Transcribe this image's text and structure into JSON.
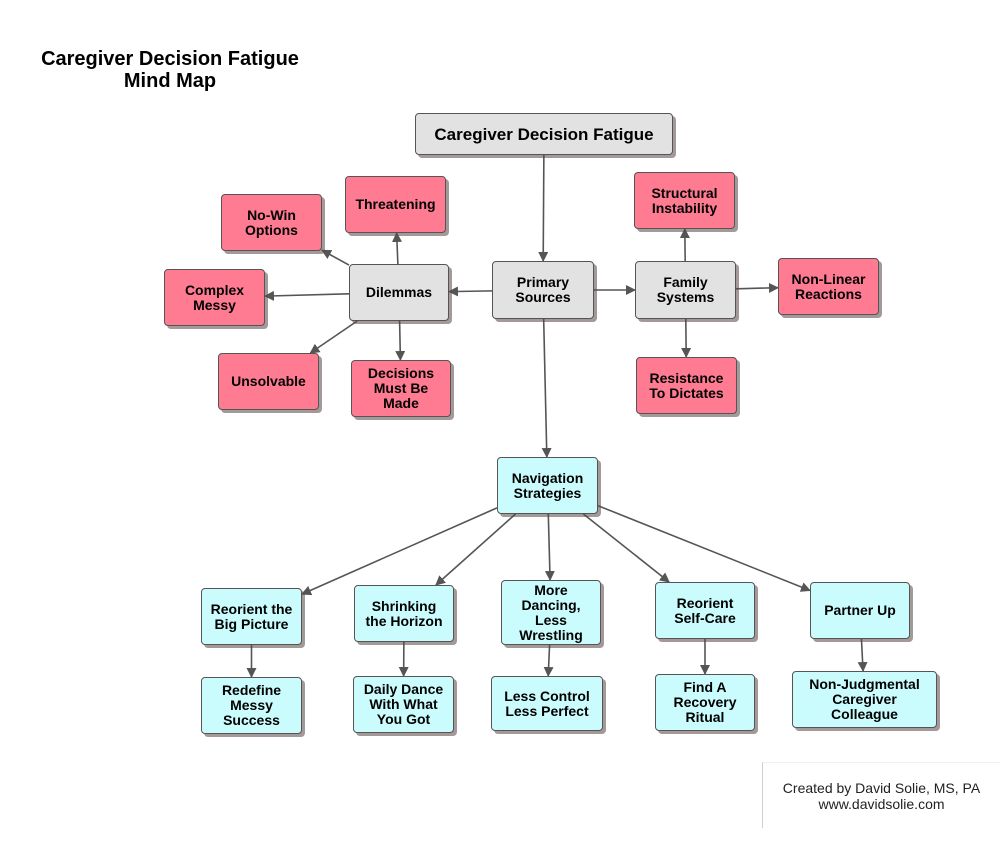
{
  "title": {
    "line1": "Caregiver Decision Fatigue",
    "line2": "Mind Map"
  },
  "colors": {
    "problem": "#fe7b92",
    "hub": "#e3e2e3",
    "strategy": "#cbfcfd",
    "edge": "#555555"
  },
  "nodes": {
    "root": "Caregiver Decision Fatigue",
    "primary": "Primary\nSources",
    "dilemmas": "Dilemmas",
    "threatening": "Threatening",
    "nowin": "No-Win\nOptions",
    "complex": "Complex\nMessy",
    "unsolvable": "Unsolvable",
    "mustmade": "Decisions\nMust Be\nMade",
    "family": "Family\nSystems",
    "structural": "Structural\nInstability",
    "nonlinear": "Non-Linear\nReactions",
    "resistance": "Resistance\nTo Dictates",
    "navigation": "Navigation\nStrategies",
    "reorient": "Reorient the\nBig Picture",
    "redefine": "Redefine\nMessy\nSuccess",
    "shrinking": "Shrinking\nthe Horizon",
    "daily": "Daily Dance\nWith What\nYou Got",
    "dancing": "More\nDancing,\nLess\nWrestling",
    "lesscontrol": "Less Control\nLess Perfect",
    "selfcare": "Reorient\nSelf-Care",
    "ritual": "Find A\nRecovery\nRitual",
    "partner": "Partner Up",
    "colleague": "Non-Judgmental\nCaregiver\nColleague"
  },
  "edges": [
    [
      "root",
      "primary"
    ],
    [
      "primary",
      "dilemmas"
    ],
    [
      "primary",
      "family"
    ],
    [
      "primary",
      "navigation"
    ],
    [
      "dilemmas",
      "threatening"
    ],
    [
      "dilemmas",
      "nowin"
    ],
    [
      "dilemmas",
      "complex"
    ],
    [
      "dilemmas",
      "unsolvable"
    ],
    [
      "dilemmas",
      "mustmade"
    ],
    [
      "family",
      "structural"
    ],
    [
      "family",
      "nonlinear"
    ],
    [
      "family",
      "resistance"
    ],
    [
      "navigation",
      "reorient"
    ],
    [
      "navigation",
      "shrinking"
    ],
    [
      "navigation",
      "dancing"
    ],
    [
      "navigation",
      "selfcare"
    ],
    [
      "navigation",
      "partner"
    ],
    [
      "reorient",
      "redefine"
    ],
    [
      "shrinking",
      "daily"
    ],
    [
      "dancing",
      "lesscontrol"
    ],
    [
      "selfcare",
      "ritual"
    ],
    [
      "partner",
      "colleague"
    ]
  ],
  "credit": {
    "line1": "Created by David Solie, MS, PA",
    "line2": "www.davidsolie.com"
  }
}
